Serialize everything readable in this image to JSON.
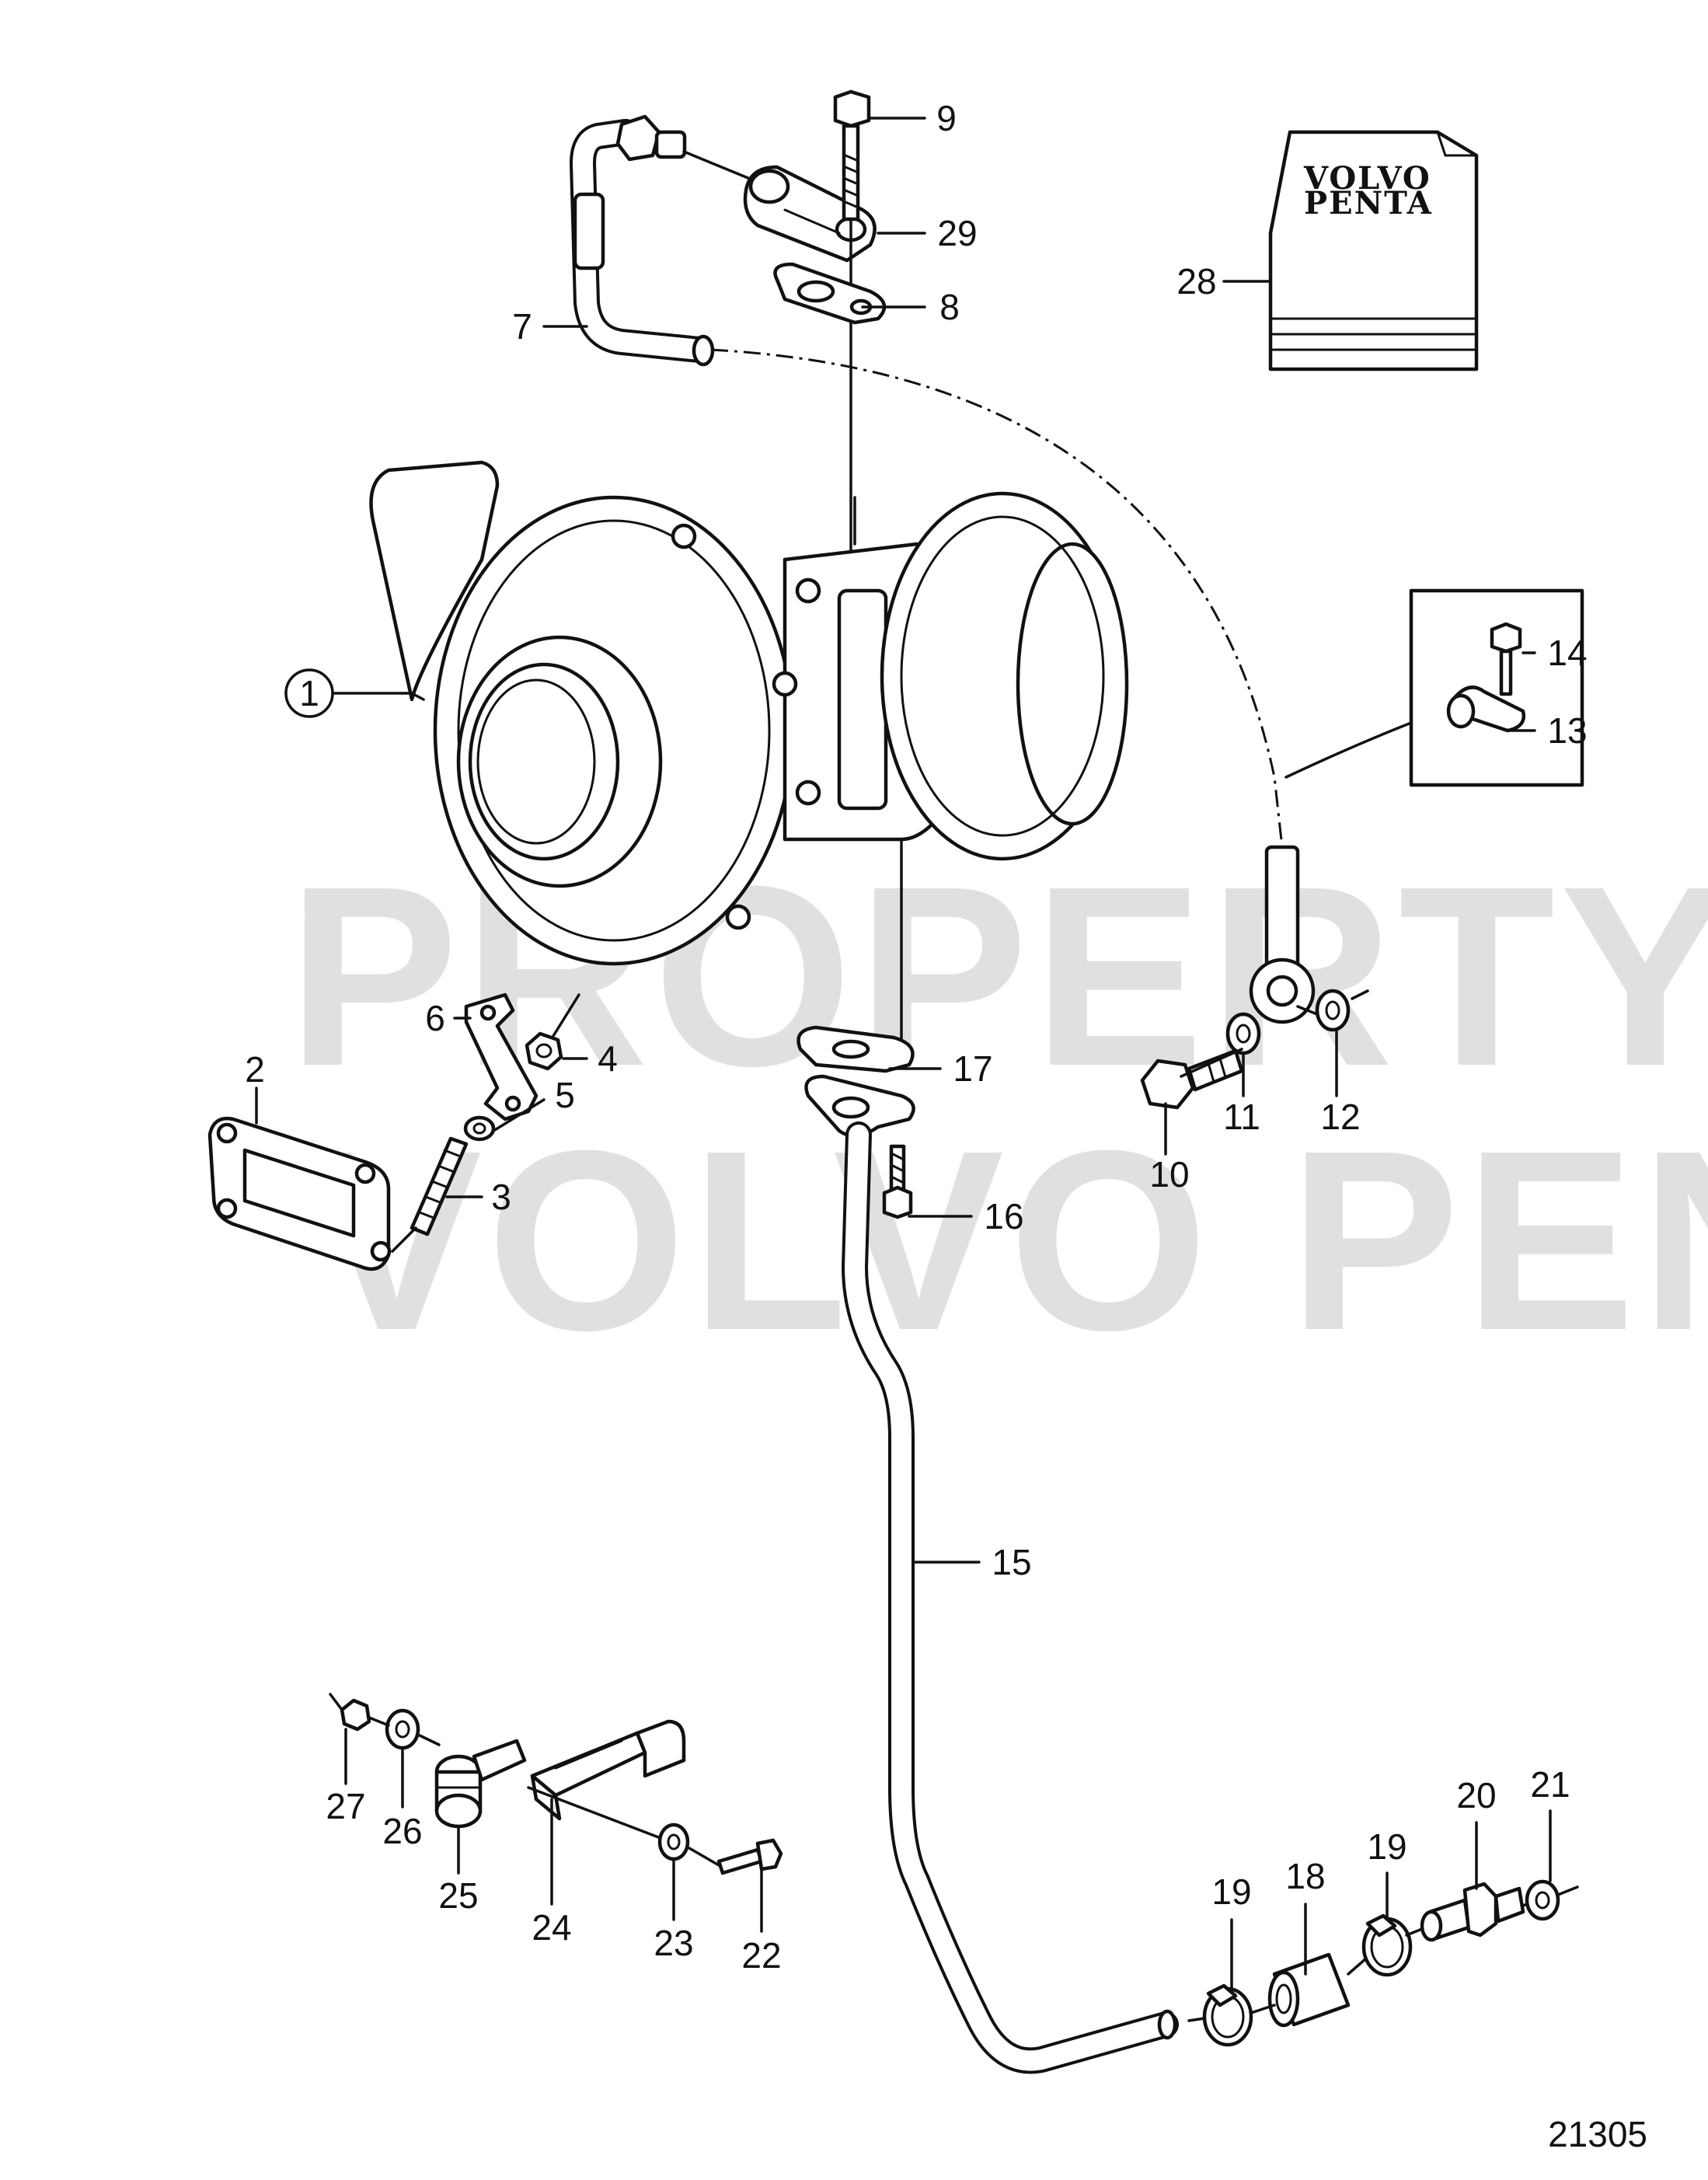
{
  "watermark": {
    "line1": "PROPERTY OF",
    "line2": "VOLVO PENTA"
  },
  "manual_brand": {
    "line1": "VOLVO",
    "line2": "PENTA"
  },
  "figure_number": "21305",
  "callouts": {
    "c1": "1",
    "c2": "2",
    "c3": "3",
    "c4": "4",
    "c5": "5",
    "c6": "6",
    "c7": "7",
    "c8": "8",
    "c9": "9",
    "c10": "10",
    "c11": "11",
    "c12": "12",
    "c13": "13",
    "c14": "14",
    "c15": "15",
    "c16": "16",
    "c17": "17",
    "c18": "18",
    "c19a": "19",
    "c19b": "19",
    "c20": "20",
    "c21": "21",
    "c22": "22",
    "c23": "23",
    "c24": "24",
    "c25": "25",
    "c26": "26",
    "c27": "27",
    "c28": "28",
    "c29": "29"
  }
}
